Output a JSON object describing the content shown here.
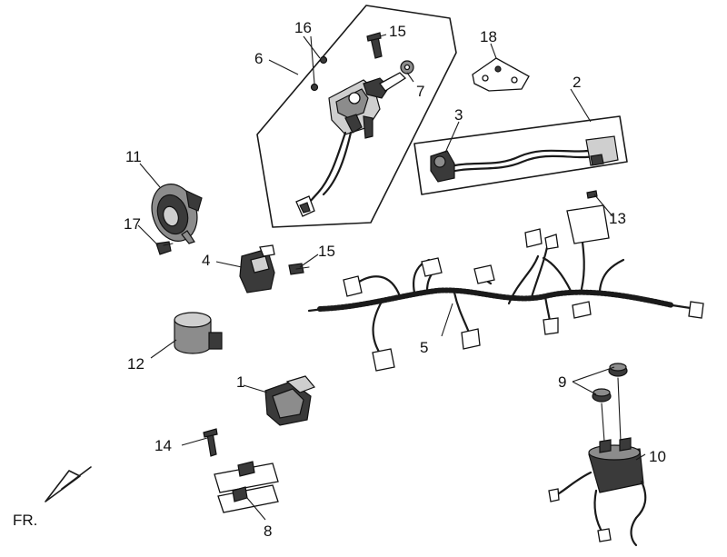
{
  "callouts": [
    {
      "id": "c1",
      "text": "1"
    },
    {
      "id": "c2",
      "text": "2"
    },
    {
      "id": "c3",
      "text": "3"
    },
    {
      "id": "c4",
      "text": "4"
    },
    {
      "id": "c5",
      "text": "5"
    },
    {
      "id": "c6",
      "text": "6"
    },
    {
      "id": "c7",
      "text": "7"
    },
    {
      "id": "c8",
      "text": "8"
    },
    {
      "id": "c9",
      "text": "9"
    },
    {
      "id": "c10",
      "text": "10"
    },
    {
      "id": "c11",
      "text": "11"
    },
    {
      "id": "c12",
      "text": "12"
    },
    {
      "id": "c13",
      "text": "13"
    },
    {
      "id": "c14",
      "text": "14"
    },
    {
      "id": "c15a",
      "text": "15"
    },
    {
      "id": "c15b",
      "text": "15"
    },
    {
      "id": "c16",
      "text": "16"
    },
    {
      "id": "c17",
      "text": "17"
    },
    {
      "id": "c18",
      "text": "18"
    }
  ],
  "direction": {
    "label": "FR."
  }
}
